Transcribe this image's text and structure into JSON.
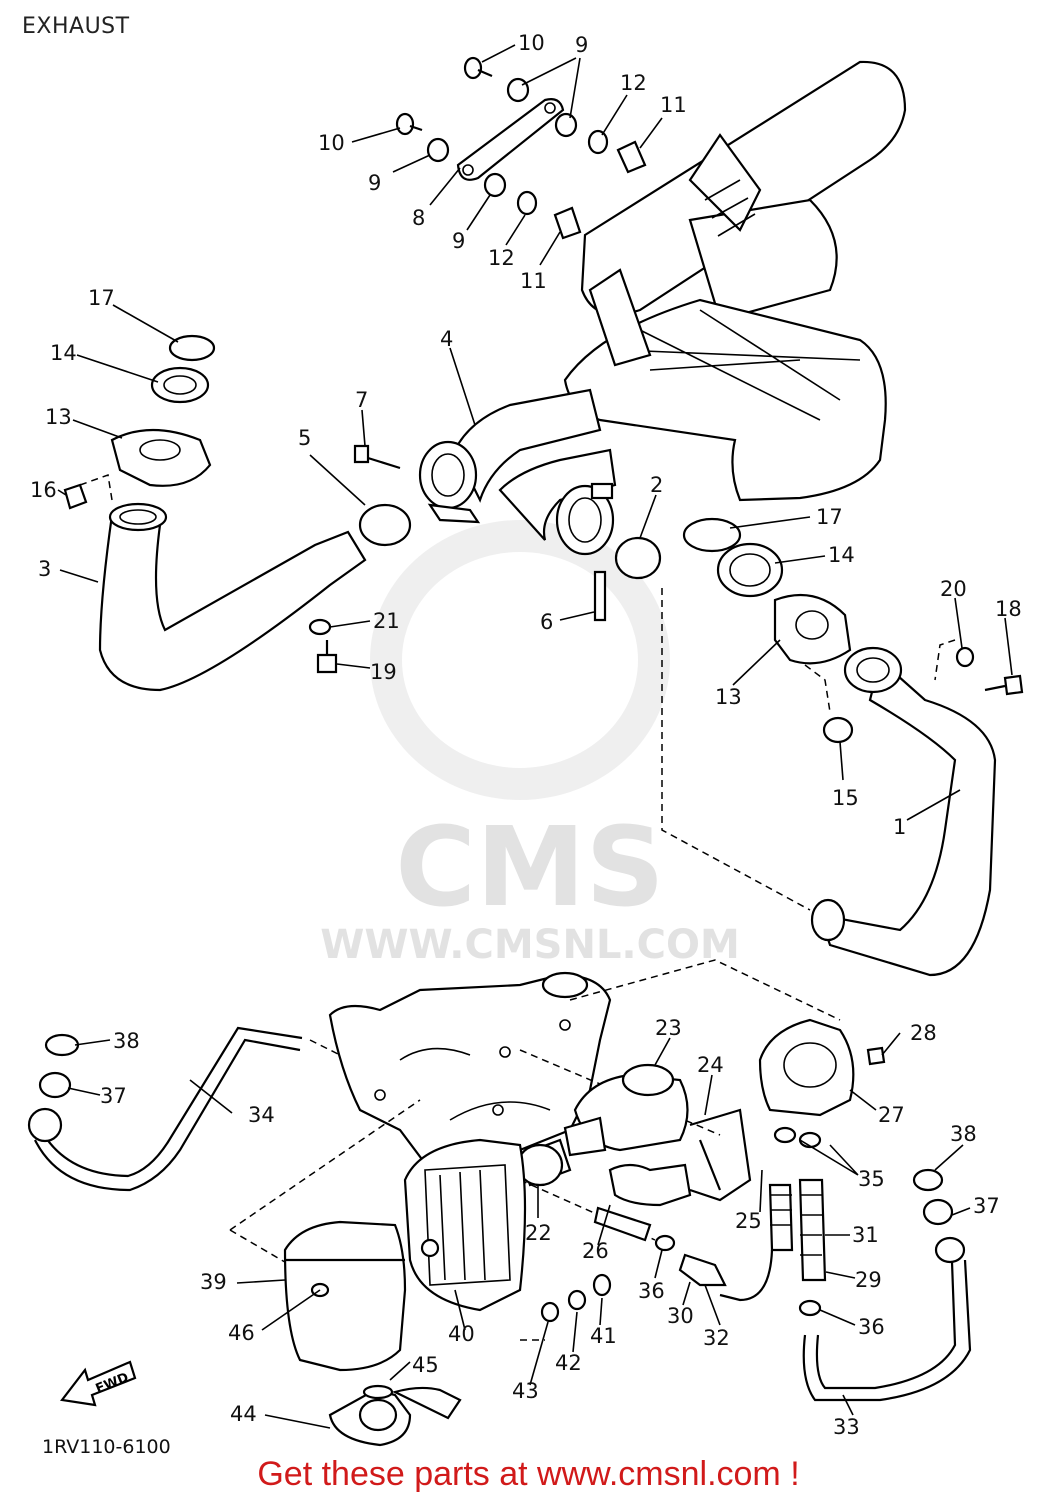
{
  "diagram": {
    "title": "EXHAUST",
    "part_code": "1RV110-6100",
    "promo": "Get these parts at www.cmsnl.com !",
    "watermark_logo": "CMS",
    "watermark_url": "WWW.CMSNL.COM",
    "fwd_label": "FWD",
    "promo_color": "#d11a1a",
    "callouts": [
      "1",
      "2",
      "3",
      "4",
      "5",
      "6",
      "7",
      "8",
      "9",
      "10",
      "11",
      "12",
      "13",
      "14",
      "15",
      "16",
      "17",
      "18",
      "19",
      "20",
      "21",
      "22",
      "23",
      "24",
      "25",
      "26",
      "27",
      "28",
      "29",
      "30",
      "31",
      "32",
      "33",
      "34",
      "35",
      "36",
      "37",
      "38",
      "39",
      "40",
      "41",
      "42",
      "43",
      "44",
      "45",
      "46"
    ]
  }
}
